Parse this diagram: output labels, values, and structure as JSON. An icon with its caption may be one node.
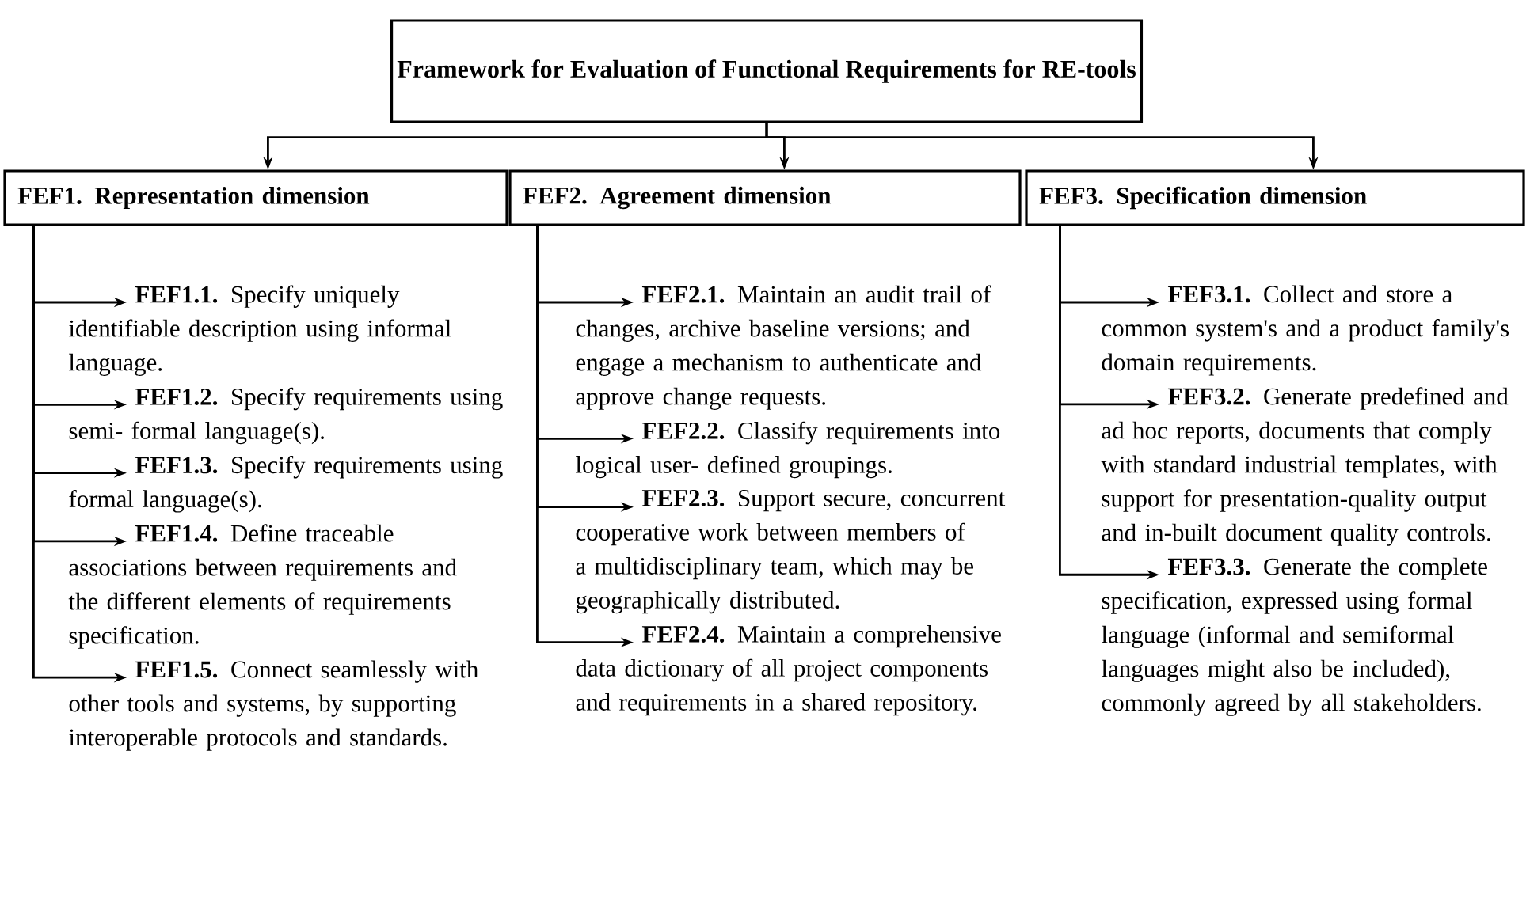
{
  "diagram": {
    "nodes": [
      {
        "text": [
          "Framework for Evaluation of Functional Requirements for RE-tools"
        ]
      },
      {
        "text": [
          "FEF1. Representation dimension"
        ]
      },
      {
        "text": [
          "FEF2. Agreement dimension"
        ]
      },
      {
        "text": [
          "FEF3. Specification dimension"
        ]
      },
      {
        "text": [
          "**FEF1.1.** Specify uniquely identifiable description using informal language."
        ]
      },
      {
        "text": [
          "**FEF1.2.** Specify requirements using semi- formal language(s)."
        ]
      },
      {
        "text": [
          "**FEF1.3.** Specify requirements using formal language(s)."
        ]
      },
      {
        "text": [
          "**FEF1.4.** Define traceable associations between requirements and the different elements of requirements specification."
        ]
      },
      {
        "text": [
          "**FEF1.5.** Connect seamlessly with other tools and systems, by supporting interoperable protocols and standards."
        ]
      },
      {
        "text": [
          "**FEF2.1.** Maintain an audit trail of changes, archive baseline versions; and engage a mechanism to authenticate and approve change requests."
        ]
      },
      {
        "text": [
          "**FEF2.2.** Classify requirements into logical user- defined groupings."
        ]
      },
      {
        "text": [
          "**FEF2.3.** Support secure, concurrent cooperative work between members of a multidisciplinary team, which may be geographically distributed."
        ]
      },
      {
        "text": [
          "**FEF2.4.** Maintain a comprehensive data dictionary of all project components and requirements in a shared repository."
        ]
      },
      {
        "text": [
          "**FEF3.1.** Collect and store a common system's and a product family's domain requirements."
        ]
      },
      {
        "text": [
          "**FEF3.2.** Generate predefined and ad hoc reports, documents that comply with standard industrial templates, with support for presentation-quality output and in-built document quality controls."
        ]
      },
      {
        "text": [
          "**FEF3.3.** Generate the complete specification, expressed using formal language (informal and semiformal languages might also be included), commonly agreed by all stakeholders."
        ]
      }
    ],
    "edges": [
      {
        "from": 0,
        "to": 1,
        "arrow": "to"
      },
      {
        "from": 0,
        "to": 2,
        "arrow": "to"
      },
      {
        "from": 0,
        "to": 3,
        "arrow": "to"
      },
      {
        "from": 1,
        "to": 4,
        "arrow": "to"
      },
      {
        "from": 1,
        "to": 5,
        "arrow": "to"
      },
      {
        "from": 1,
        "to": 6,
        "arrow": "to"
      },
      {
        "from": 1,
        "to": 7,
        "arrow": "to"
      },
      {
        "from": 1,
        "to": 8,
        "arrow": "to"
      },
      {
        "from": 2,
        "to": 9,
        "arrow": "to"
      },
      {
        "from": 2,
        "to": 10,
        "arrow": "to"
      },
      {
        "from": 2,
        "to": 11,
        "arrow": "to"
      },
      {
        "from": 2,
        "to": 12,
        "arrow": "to"
      },
      {
        "from": 3,
        "to": 13,
        "arrow": "to"
      },
      {
        "from": 3,
        "to": 14,
        "arrow": "to"
      },
      {
        "from": 3,
        "to": 15,
        "arrow": "to"
      }
    ]
  }
}
